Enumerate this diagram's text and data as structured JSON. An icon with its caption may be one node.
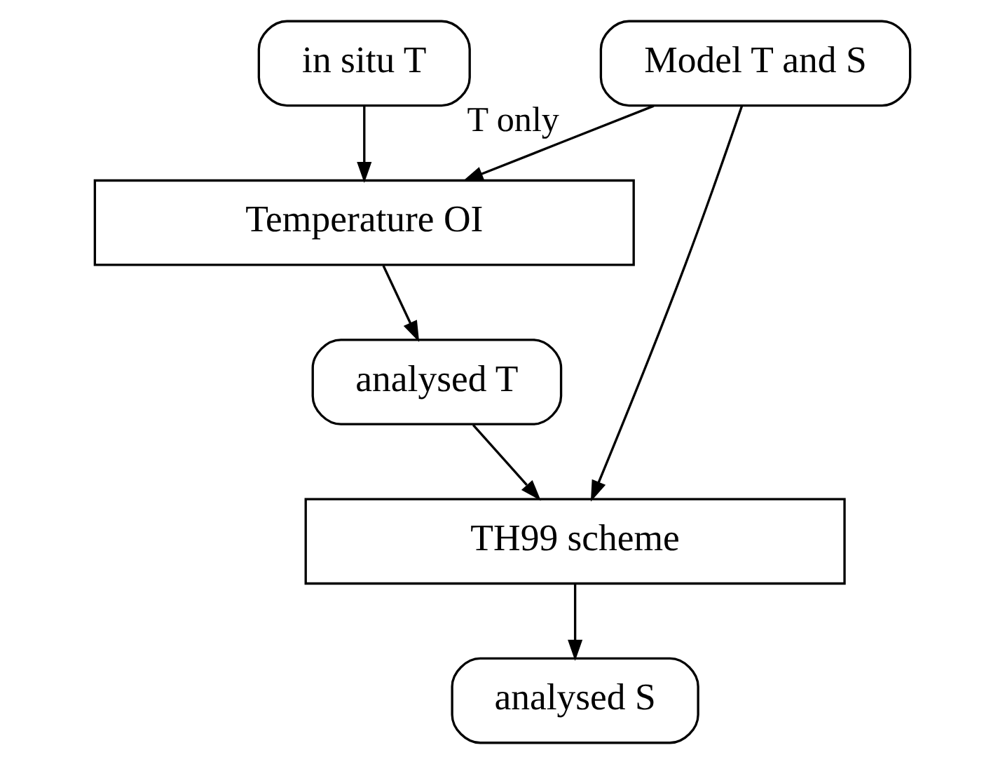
{
  "diagram": {
    "nodes": [
      {
        "text": [
          "Model T and S"
        ]
      },
      {
        "text": [
          "in situ T"
        ]
      },
      {
        "text": [
          "Temperature OI"
        ]
      },
      {
        "text": [
          "analysed T"
        ]
      },
      {
        "text": [
          "TH99 scheme"
        ]
      },
      {
        "text": [
          "analysed S"
        ]
      }
    ],
    "edges": [
      {
        "from": 0,
        "to": 2,
        "arrow": "to",
        "label": "T only"
      },
      {
        "from": 1,
        "to": 2,
        "arrow": "to"
      },
      {
        "from": 2,
        "to": 3,
        "arrow": "to"
      },
      {
        "from": 3,
        "to": 4,
        "arrow": "to"
      },
      {
        "from": 0,
        "to": 4,
        "arrow": "to"
      },
      {
        "from": 4,
        "to": 5,
        "arrow": "to"
      }
    ]
  }
}
